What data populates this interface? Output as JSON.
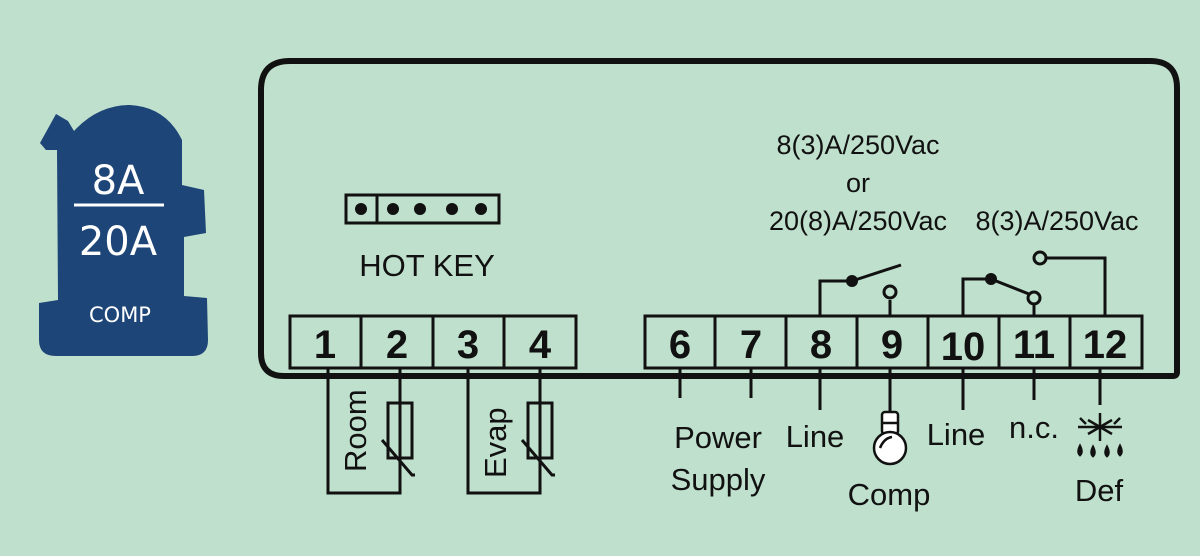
{
  "badge": {
    "top": "8A",
    "bottom": "20A",
    "caption": "COMP"
  },
  "hot_key": {
    "label": "HOT KEY",
    "pin_count": 5
  },
  "ratings": {
    "compressor": [
      "8(3)A/250Vac",
      "or",
      "20(8)A/250Vac"
    ],
    "defrost": "8(3)A/250Vac"
  },
  "terminals": [
    "1",
    "2",
    "3",
    "4",
    "6",
    "7",
    "8",
    "9",
    "10",
    "11",
    "12"
  ],
  "connections": {
    "room": "Room",
    "evap": "Evap",
    "power": [
      "Power",
      "Supply"
    ],
    "line1": "Line",
    "comp": "Comp",
    "line2": "Line",
    "nc": "n.c.",
    "def": "Def"
  },
  "colors": {
    "background": "#bfe0cc",
    "badge": "#1e4577",
    "line": "#111111"
  }
}
